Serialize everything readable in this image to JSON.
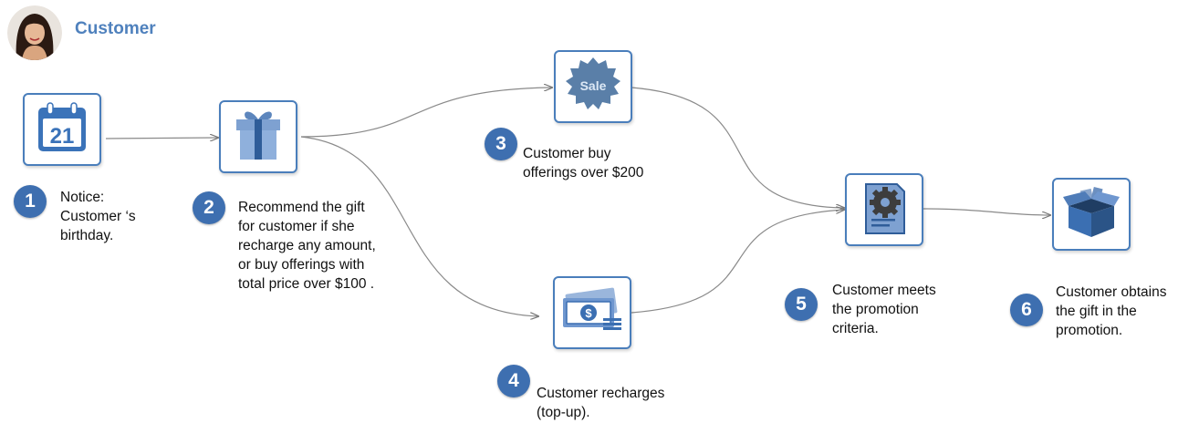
{
  "actor": {
    "name": "Customer"
  },
  "calendar_day": "21",
  "sale_tag": "Sale",
  "steps": [
    {
      "number": "1",
      "text": [
        "Notice:",
        "Customer ‘s",
        "birthday."
      ]
    },
    {
      "number": "2",
      "text": [
        "Recommend the gift",
        "for customer if she",
        "recharge any amount,",
        "or buy offerings with",
        "total price over $100 ."
      ]
    },
    {
      "number": "3",
      "text": [
        "Customer buy",
        "offerings over $200"
      ]
    },
    {
      "number": "4",
      "text": [
        "Customer recharges",
        "(top-up)."
      ]
    },
    {
      "number": "5",
      "text": [
        "Customer meets",
        "the promotion",
        "criteria."
      ]
    },
    {
      "number": "6",
      "text": [
        "Customer obtains",
        "the gift in the",
        "promotion."
      ]
    }
  ],
  "colors": {
    "accent": "#4a7ebb",
    "badge": "#3e6fb0",
    "actor": "#4f81bd"
  },
  "icons": [
    "calendar-icon",
    "gift-icon",
    "sale-badge-icon",
    "money-icon",
    "gear-document-icon",
    "open-box-icon"
  ]
}
